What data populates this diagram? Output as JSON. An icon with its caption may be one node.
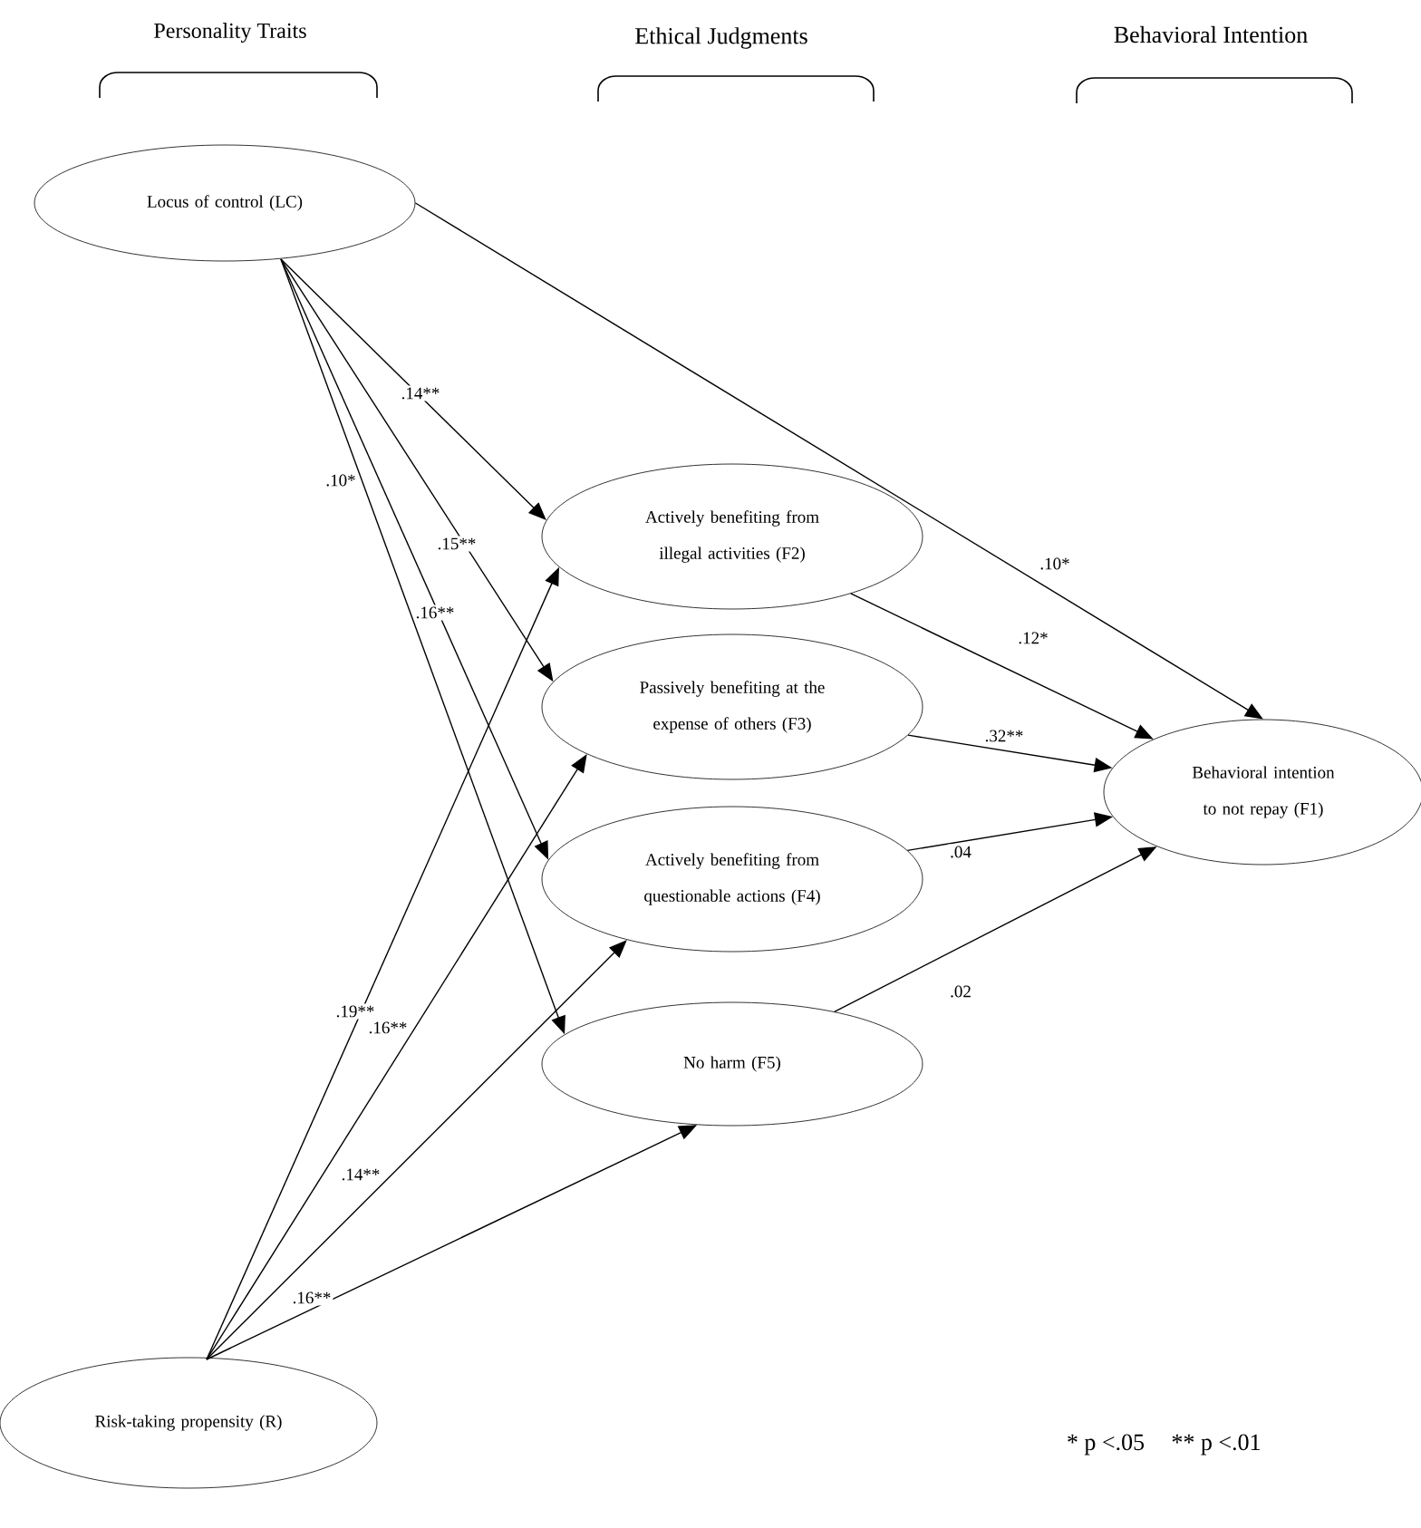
{
  "diagram": {
    "nodes": [
      {
        "text": [
          "Locus of control (LC)"
        ]
      },
      {
        "text": [
          "Actively benefiting from illegal activities (F2)"
        ]
      },
      {
        "text": [
          "Passively benefiting at the expense of others (F3)"
        ]
      },
      {
        "text": [
          "Actively benefiting from questionable actions (F4)"
        ]
      },
      {
        "text": [
          "No harm (F5)"
        ]
      },
      {
        "text": [
          "Behavioral intention to not repay (F1)"
        ]
      },
      {
        "text": [
          "Risk-taking propensity (R)"
        ]
      }
    ],
    "edges": [
      {
        "from": 0,
        "to": 1,
        "arrow": "to",
        "label": ".14**"
      },
      {
        "from": 0,
        "to": 2,
        "arrow": "to",
        "label": ".15**"
      },
      {
        "from": 0,
        "to": 3,
        "arrow": "to",
        "label": ".16**"
      },
      {
        "from": 0,
        "to": 4,
        "arrow": "to",
        "label": ".10*"
      },
      {
        "from": 0,
        "to": 5,
        "arrow": "to",
        "label": ".10*"
      },
      {
        "from": 6,
        "to": 1,
        "arrow": "to",
        "label": ".19**"
      },
      {
        "from": 6,
        "to": 2,
        "arrow": "to",
        "label": ".16**"
      },
      {
        "from": 6,
        "to": 3,
        "arrow": "to",
        "label": ".14**"
      },
      {
        "from": 6,
        "to": 4,
        "arrow": "to",
        "label": ".16**"
      },
      {
        "from": 1,
        "to": 5,
        "arrow": "to",
        "label": ".12*"
      },
      {
        "from": 2,
        "to": 5,
        "arrow": "to",
        "label": ".32**"
      },
      {
        "from": 3,
        "to": 5,
        "arrow": "to",
        "label": ".04"
      },
      {
        "from": 4,
        "to": 5,
        "arrow": "to",
        "label": ".02"
      }
    ],
    "labels": [
      "Personality Traits",
      "Ethical Judgments",
      "Behavioral Intention",
      "* p <.05",
      "** p <.01"
    ]
  }
}
